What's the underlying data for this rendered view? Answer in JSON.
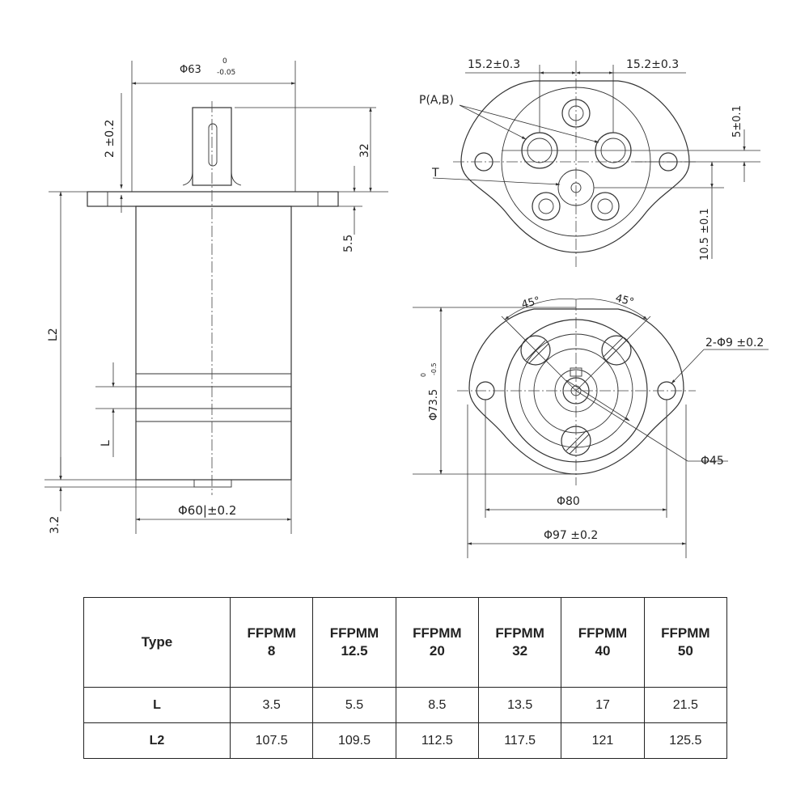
{
  "drawing": {
    "side_view": {
      "dim_top_diameter": "Φ63",
      "dim_top_tol_upper": "0",
      "dim_top_tol_lower": "-0.05",
      "dim_key_offset": "2 ±0.2",
      "dim_shaft_length": "32",
      "dim_flange_thickness": "5.5",
      "dim_body_length": "L2",
      "dim_spacer_length": "L",
      "dim_bottom_thickness": "3.2",
      "dim_body_diameter": "Φ60|±0.2"
    },
    "top_view": {
      "dim_left_offset": "15.2±0.3",
      "dim_right_offset": "15.2±0.3",
      "label_ports": "P(A,B)",
      "label_tank": "T",
      "dim_port_vertical": "5±0.1",
      "dim_tank_vertical": "10.5 ±0.1"
    },
    "bottom_view": {
      "angle_left": "45°",
      "angle_right": "45°",
      "dim_holes": "2-Φ9 ±0.2",
      "dim_pilot_diameter": "Φ73.5",
      "dim_pilot_tol_upper": "0",
      "dim_pilot_tol_lower": "-0.5",
      "dim_center_diameter": "Φ45",
      "dim_bolt_circle": "Φ80",
      "dim_overall_width": "Φ97 ±0.2"
    }
  },
  "table": {
    "header_label": "Type",
    "types": [
      "FFPMM\n8",
      "FFPMM\n12.5",
      "FFPMM\n20",
      "FFPMM\n32",
      "FFPMM\n40",
      "FFPMM\n50"
    ],
    "rows": [
      {
        "label": "L",
        "values": [
          "3.5",
          "5.5",
          "8.5",
          "13.5",
          "17",
          "21.5"
        ]
      },
      {
        "label": "L2",
        "values": [
          "107.5",
          "109.5",
          "112.5",
          "117.5",
          "121",
          "125.5"
        ]
      }
    ]
  }
}
